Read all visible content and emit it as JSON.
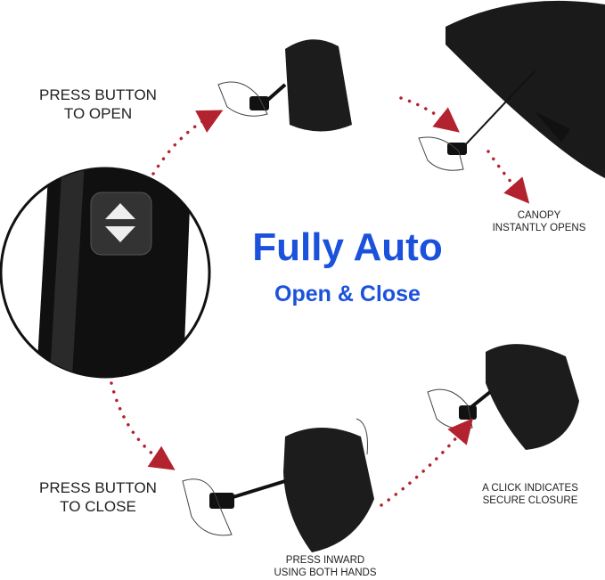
{
  "headline": {
    "title": "Fully Auto",
    "subtitle": "Open & Close"
  },
  "steps": {
    "press_open": [
      "PRESS BUTTON",
      "TO OPEN"
    ],
    "canopy_opens": [
      "CANOPY",
      "INSTANTLY OPENS"
    ],
    "press_close": [
      "PRESS BUTTON",
      "TO CLOSE"
    ],
    "press_inward": [
      "PRESS INWARD",
      "USING BOTH HANDS"
    ],
    "click_secure": [
      "A CLICK INDICATES",
      "SECURE CLOSURE"
    ]
  },
  "colors": {
    "accent": "#1b52db",
    "arrow": "#b3232f",
    "umbrella": "#1c1c1c"
  }
}
